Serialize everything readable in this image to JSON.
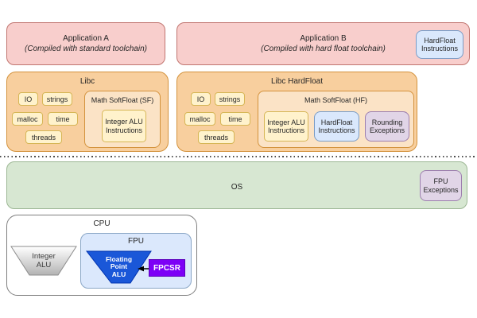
{
  "app_a": {
    "title": "Application A",
    "subtitle": "(Compiled with standard toolchain)"
  },
  "app_b": {
    "title": "Application B",
    "subtitle": "(Compiled with hard float toolchain)",
    "badge": {
      "line1": "HardFloat",
      "line2": "Instructions"
    }
  },
  "libc": {
    "title": "Libc",
    "modules": [
      "IO",
      "strings",
      "malloc",
      "time",
      "threads"
    ],
    "math": {
      "title": "Math SoftFloat (SF)",
      "integer_alu": {
        "line1": "Integer ALU",
        "line2": "Instructions"
      }
    }
  },
  "libc_hardfloat": {
    "title": "Libc HardFloat",
    "modules": [
      "IO",
      "strings",
      "malloc",
      "time",
      "threads"
    ],
    "math": {
      "title": "Math SoftFloat (HF)",
      "integer_alu": {
        "line1": "Integer ALU",
        "line2": "Instructions"
      },
      "hardfloat": {
        "line1": "HardFloat",
        "line2": "Instructions"
      },
      "rounding": {
        "line1": "Rounding",
        "line2": "Exceptions"
      }
    }
  },
  "os": {
    "title": "OS",
    "fpu_exceptions": {
      "line1": "FPU",
      "line2": "Exceptions"
    }
  },
  "cpu": {
    "title": "CPU",
    "integer_alu": {
      "line1": "Integer",
      "line2": "ALU"
    },
    "fpu": {
      "title": "FPU",
      "fp_alu": {
        "line1": "Floating",
        "line2": "Point",
        "line3": "ALU"
      },
      "fpcsr": "FPCSR"
    }
  },
  "colors": {
    "app_fill": "#f8cecc",
    "app_border": "#c17570",
    "libc_fill": "#f8cf9e",
    "libc_border": "#d3923c",
    "math_fill": "#fbe3c6",
    "module_fill": "#fff2cc",
    "module_border": "#d6b656",
    "blue_fill": "#dae8fc",
    "blue_border": "#7a9cc6",
    "purple_fill": "#e1d5e7",
    "purple_border": "#9d7fae",
    "os_fill": "#d7e7d2",
    "os_border": "#9cb794",
    "fp_alu_fill": "#1a57d8",
    "fpcsr_fill": "#7d00f6"
  }
}
